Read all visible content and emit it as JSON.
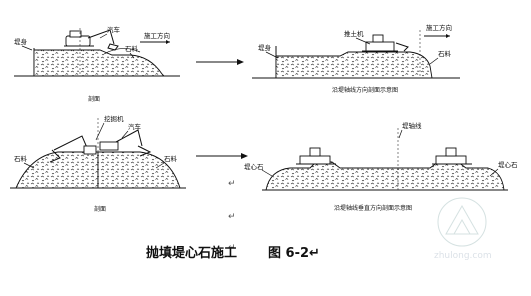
{
  "labels": {
    "p1_left": "堤身",
    "p1_excavator": "汽车",
    "p1_stone": "石料",
    "p1_direction": "施工方向",
    "p1_caption": "剖面",
    "p2_bulldozer": "推土机",
    "p2_direction": "施工方向",
    "p2_left": "堤身",
    "p2_stone": "石料",
    "p2_caption": "沿堤轴线方向剖面示意图",
    "p3_excavator": "挖掘机",
    "p3_truck": "汽车",
    "p3_left": "石料",
    "p3_right": "石料",
    "p3_caption": "剖面",
    "p4_axis": "堤轴线",
    "p4_left": "堤心石",
    "p4_right": "堤心石",
    "p4_caption": "沿堤轴线垂直方向剖面示意图"
  },
  "para_marks": [
    "↵",
    "↵",
    "↵"
  ],
  "title": {
    "text": "抛填堤心石施工",
    "fig": "图 6-2↵"
  },
  "watermark": {
    "text": "zhulong.com"
  }
}
